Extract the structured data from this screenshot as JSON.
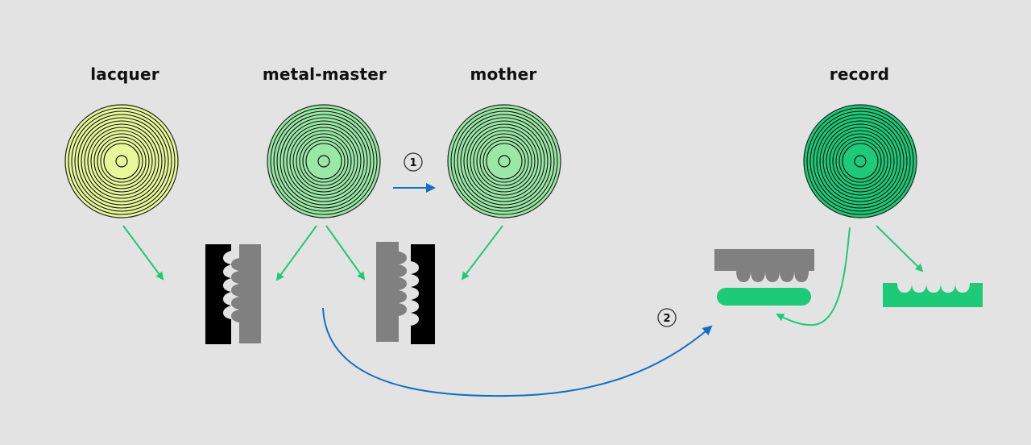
{
  "stages": [
    {
      "id": "lacquer",
      "label": "lacquer",
      "fill": "#e8f79a"
    },
    {
      "id": "metal-master",
      "label": "metal-master",
      "fill": "#9be8a6"
    },
    {
      "id": "mother",
      "label": "mother",
      "fill": "#9be8a6"
    },
    {
      "id": "record",
      "label": "record",
      "fill": "#1dca78"
    }
  ],
  "steps": [
    {
      "number": "1"
    },
    {
      "number": "2"
    }
  ],
  "colors": {
    "background": "#e3e3e3",
    "flow_arrow": "#1ec97a",
    "step_arrow": "#1270c2",
    "stamper_gray": "#808080",
    "plate_black": "#000000",
    "vinyl_green": "#1dca78"
  },
  "icons": [
    "disc-icon",
    "groove-cross-section-icon",
    "press-icon",
    "arrow-icon",
    "step-badge-icon"
  ]
}
